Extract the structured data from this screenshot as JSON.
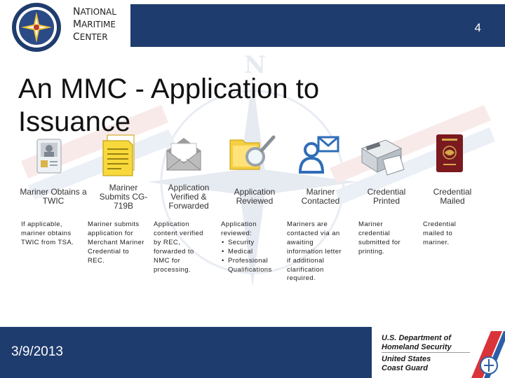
{
  "header": {
    "org_lines": [
      {
        "cap": "N",
        "rest": "ATIONAL"
      },
      {
        "cap": "M",
        "rest": "ARITIME"
      },
      {
        "cap": "C",
        "rest": "ENTER"
      }
    ],
    "slide_number": "4"
  },
  "title": "An MMC - Application to Issuance",
  "steps": [
    {
      "label": "Mariner Obtains a TWIC",
      "icon": "twic-card-icon",
      "desc": "If applicable, mariner obtains TWIC from TSA."
    },
    {
      "label": "Mariner Submits CG-719B",
      "icon": "form-document-icon",
      "desc": "Mariner submits application for Merchant Mariner Credential to REC."
    },
    {
      "label": "Application Verified & Forwarded",
      "icon": "envelope-icon",
      "desc": "Application content verified by REC, forwarded to NMC for processing."
    },
    {
      "label": "Application Reviewed",
      "icon": "folder-magnifier-icon",
      "desc": "Application reviewed:",
      "bullets": [
        "Security",
        "Medical",
        "Professional Qualifications"
      ]
    },
    {
      "label": "Mariner Contacted",
      "icon": "contact-person-mail-icon",
      "desc": "Mariners are contacted via an awaiting information letter if additional clarification required."
    },
    {
      "label": "Credential Printed",
      "icon": "printer-icon",
      "desc": "Mariner credential submitted for printing."
    },
    {
      "label": "Credential Mailed",
      "icon": "passport-icon",
      "desc": "Credential mailed to mariner."
    }
  ],
  "footer": {
    "date": "3/9/2013",
    "dhs_line1": "U.S. Department of",
    "dhs_line2": "Homeland Security",
    "uscg_line1": "United States",
    "uscg_line2": "Coast Guard"
  },
  "colors": {
    "navy": "#1f3c6e",
    "uscg_red": "#d9343a",
    "uscg_blue": "#2c5ea8"
  }
}
